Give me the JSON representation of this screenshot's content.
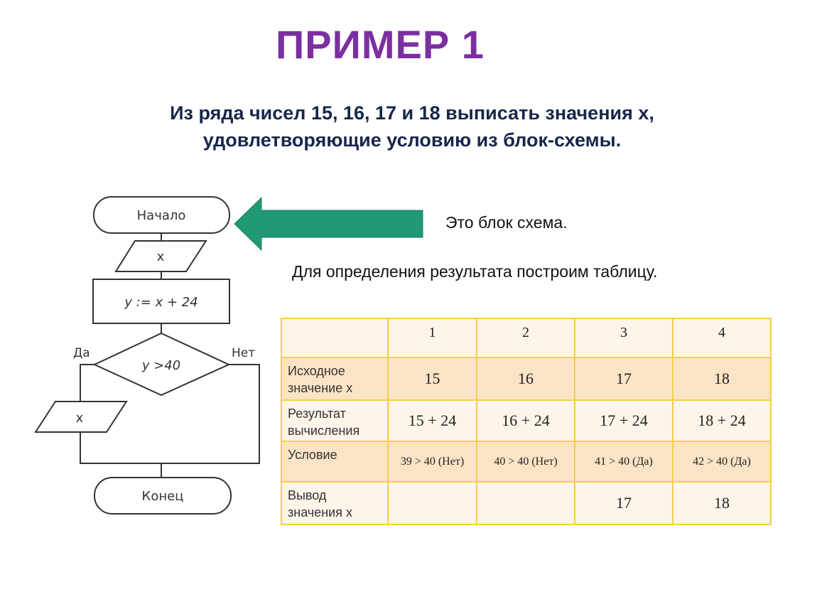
{
  "title": "ПРИМЕР 1",
  "subtitle_line1": "Из ряда чисел 15, 16, 17 и 18 выписать значения х,",
  "subtitle_line2": "удовлетворяющие условию из блок-схемы.",
  "note1": "Это блок схема.",
  "note2": "Для определения результата построим таблицу.",
  "colors": {
    "title": "#7b2fa0",
    "arrow": "#1f9a74",
    "table_border": "#f5cf4a",
    "row_peach": "#fbe3c6"
  },
  "flowchart": {
    "start": "Начало",
    "input": "x",
    "process": "y := x + 24",
    "decision": "y >40",
    "yes": "Да",
    "no": "Нет",
    "output": "x",
    "end": "Конец"
  },
  "table": {
    "headers": [
      "",
      "1",
      "2",
      "3",
      "4"
    ],
    "rows": [
      {
        "label": [
          "Исходное",
          "значение x"
        ],
        "cells": [
          "15",
          "16",
          "17",
          "18"
        ]
      },
      {
        "label": [
          "Результат",
          "вычисления"
        ],
        "cells": [
          "15 + 24",
          "16 + 24",
          "17 + 24",
          "18 + 24"
        ]
      },
      {
        "label": [
          "Условие",
          ""
        ],
        "cells": [
          "39 > 40 (Нет)",
          "40 > 40 (Нет)",
          "41 > 40 (Да)",
          "42 > 40 (Да)"
        ]
      },
      {
        "label": [
          "Вывод",
          "значения x"
        ],
        "cells": [
          "",
          "",
          "17",
          "18"
        ]
      }
    ]
  }
}
